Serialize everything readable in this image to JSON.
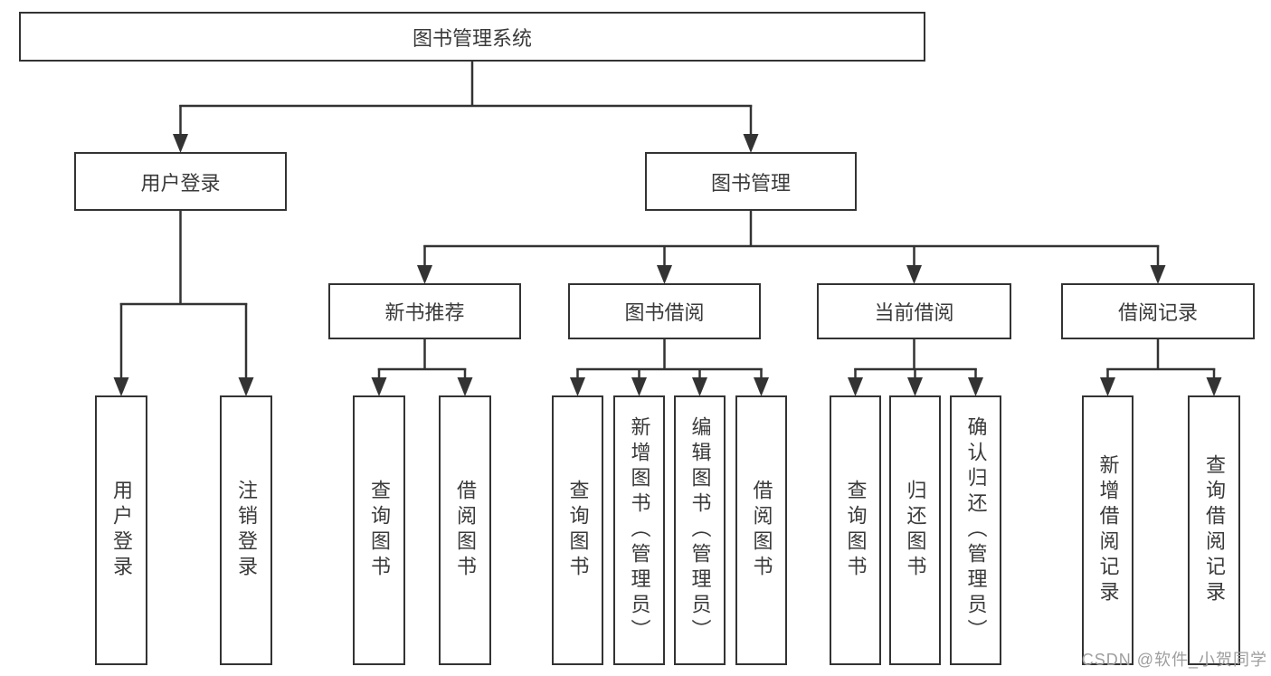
{
  "title": "图书管理系统",
  "watermark": "CSDN @软件_小贺同学",
  "colors": {
    "line": "#333333",
    "text": "#3a3a3a",
    "box_background": "#ffffff",
    "page_background": "#ffffff",
    "watermark": "#9e9e9e"
  },
  "nodes": [
    {
      "id": "root",
      "label": "图书管理系统",
      "parent": null
    },
    {
      "id": "user-login",
      "label": "用户登录",
      "parent": "root"
    },
    {
      "id": "book-mgmt",
      "label": "图书管理",
      "parent": "root"
    },
    {
      "id": "new-book-rec",
      "label": "新书推荐",
      "parent": "book-mgmt"
    },
    {
      "id": "book-borrow",
      "label": "图书借阅",
      "parent": "book-mgmt"
    },
    {
      "id": "current-borrow",
      "label": "当前借阅",
      "parent": "book-mgmt"
    },
    {
      "id": "borrow-record",
      "label": "借阅记录",
      "parent": "book-mgmt"
    },
    {
      "id": "leaf-user-login",
      "label": "用户登录",
      "parent": "user-login"
    },
    {
      "id": "leaf-logout",
      "label": "注销登录",
      "parent": "user-login"
    },
    {
      "id": "leaf-query-book-1",
      "label": "查询图书",
      "parent": "new-book-rec"
    },
    {
      "id": "leaf-borrow-book-1",
      "label": "借阅图书",
      "parent": "new-book-rec"
    },
    {
      "id": "leaf-query-book-2",
      "label": "查询图书",
      "parent": "book-borrow"
    },
    {
      "id": "leaf-add-book",
      "label": "新增图书（管理员）",
      "parent": "book-borrow"
    },
    {
      "id": "leaf-edit-book",
      "label": "编辑图书（管理员）",
      "parent": "book-borrow"
    },
    {
      "id": "leaf-borrow-book-2",
      "label": "借阅图书",
      "parent": "book-borrow"
    },
    {
      "id": "leaf-query-book-3",
      "label": "查询图书",
      "parent": "current-borrow"
    },
    {
      "id": "leaf-return-book",
      "label": "归还图书",
      "parent": "current-borrow"
    },
    {
      "id": "leaf-confirm-return",
      "label": "确认归还（管理员）",
      "parent": "current-borrow"
    },
    {
      "id": "leaf-add-record",
      "label": "新增借阅记录",
      "parent": "borrow-record"
    },
    {
      "id": "leaf-query-record",
      "label": "查询借阅记录",
      "parent": "borrow-record"
    }
  ]
}
